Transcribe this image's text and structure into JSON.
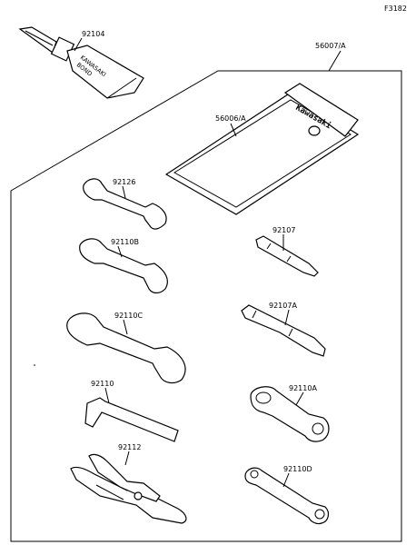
{
  "figure_code": "F3182",
  "parts": {
    "bond": {
      "number": "92104",
      "text_line1": "KAWASAKI",
      "text_line2": "BOND"
    },
    "toolkit": {
      "number": "56007/A"
    },
    "pouch": {
      "number": "56006/A",
      "brand": "Kawasaki"
    },
    "wrench_a": {
      "number": "92126"
    },
    "wrench_b": {
      "number": "92110B"
    },
    "wrench_c": {
      "number": "92110C"
    },
    "hex_key": {
      "number": "92110"
    },
    "pliers": {
      "number": "92112"
    },
    "screwdriver_bit": {
      "number": "92107"
    },
    "screwdriver_handle": {
      "number": "92107A"
    },
    "box_spanner": {
      "number": "92110A"
    },
    "spark_plug_wrench": {
      "number": "92110D"
    }
  }
}
